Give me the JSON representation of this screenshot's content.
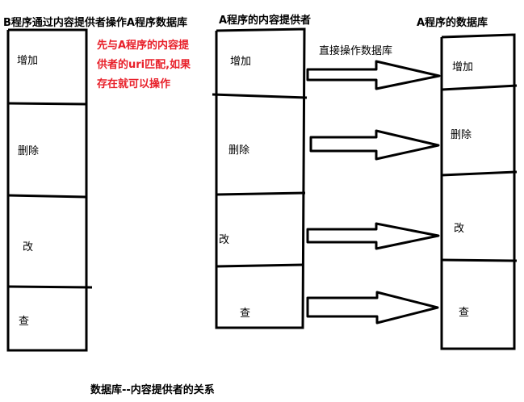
{
  "titles": {
    "b_program": "B程序通过内容提供者操作A程序数据库",
    "a_provider": "A程序的内容提供者",
    "a_database": "A程序的数据库"
  },
  "note_lines": [
    "先与A程序的内容提",
    "供者的uri匹配,如果",
    "存在就可以操作"
  ],
  "direct_label": "直接操作数据库",
  "ops": {
    "b": [
      "增加",
      "删除",
      "改",
      "查"
    ],
    "provider": [
      "增加",
      "删除",
      "改",
      "查"
    ],
    "db": [
      "增加",
      "删除",
      "改",
      "查"
    ]
  },
  "caption": "数据库--内容提供者的关系"
}
